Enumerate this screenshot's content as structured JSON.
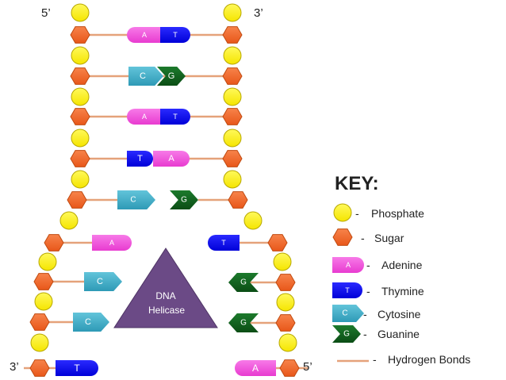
{
  "strand_ends": {
    "top_left": "5’",
    "top_right": "3’",
    "bottom_left": "3’",
    "bottom_right": "5’"
  },
  "enzyme": {
    "line1": "DNA",
    "line2": "Helicase"
  },
  "bases": {
    "A": "A",
    "T": "T",
    "C": "C",
    "G": "G"
  },
  "key": {
    "title": "KEY:",
    "dash": "-",
    "items": [
      {
        "symbol": "phosphate",
        "label": "Phosphate"
      },
      {
        "symbol": "sugar",
        "label": "Sugar"
      },
      {
        "symbol": "A",
        "label": "Adenine"
      },
      {
        "symbol": "T",
        "label": "Thymine"
      },
      {
        "symbol": "C",
        "label": "Cytosine"
      },
      {
        "symbol": "G",
        "label": "Guanine"
      },
      {
        "symbol": "hbond",
        "label": "Hydrogen Bonds"
      }
    ]
  },
  "colors": {
    "phosphate": "#FFF200",
    "sugar": "#F26522",
    "adenine": "#F04ADB",
    "thymine": "#0000F0",
    "cytosine": "#41AFC8",
    "guanine": "#0E5F1C",
    "hbond": "#E5A27A",
    "helicase": "#6B4A86"
  }
}
